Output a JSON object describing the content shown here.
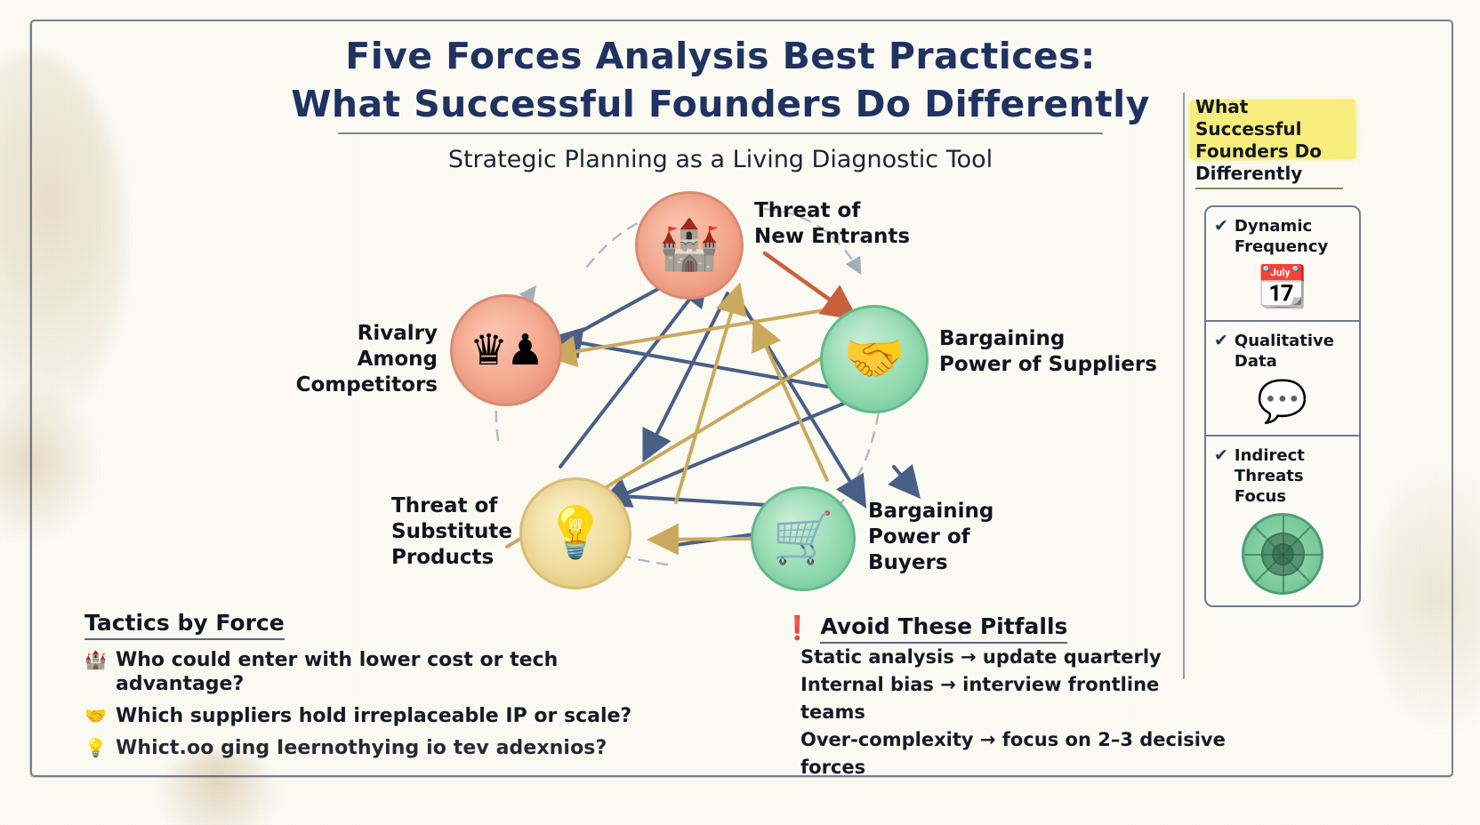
{
  "header": {
    "title_line1": "Five Forces Analysis Best Practices:",
    "title_line2": "What Successful Founders Do Differently",
    "subtitle": "Strategic Planning as a Living Diagnostic Tool"
  },
  "colors": {
    "paper": "#fbfaf3",
    "title_navy": "#1f3260",
    "ink_frame": "#4a5670",
    "highlight_yellow": "#f7ec6a",
    "node_salmon": "#f4a98e",
    "node_green": "#97ddb4",
    "node_yellow": "#f2dfa0",
    "arrow_navy": "#4a5f86",
    "arrow_gold": "#c9a95c",
    "arrow_orange": "#c9603c",
    "alert_red": "#c0392b"
  },
  "diagram": {
    "type": "five-forces-pentagon",
    "nodes": [
      {
        "id": "new-entrants",
        "label": "Threat of\nNew Entrants",
        "icon": "castle-icon",
        "glyph": "🏰",
        "color": "#f4a98e",
        "label_side": "right"
      },
      {
        "id": "suppliers",
        "label": "Bargaining\nPower of Suppliers",
        "icon": "handshake-icon",
        "glyph": "🤝",
        "color": "#97ddb4",
        "label_side": "right"
      },
      {
        "id": "buyers",
        "label": "Bargaining\nPower of\nBuyers",
        "icon": "shopping-cart-icon",
        "glyph": "🛒",
        "color": "#97ddb4",
        "label_side": "right"
      },
      {
        "id": "substitutes",
        "label": "Threat of\nSubstitute\nProducts",
        "icon": "lightbulb-icon",
        "glyph": "💡",
        "color": "#f2dfa0",
        "label_side": "left"
      },
      {
        "id": "rivalry",
        "label": "Rivalry Among\nCompetitors",
        "icon": "chess-icon",
        "glyph": "♟",
        "color": "#f4a98e",
        "label_side": "left"
      }
    ]
  },
  "tactics": {
    "heading": "Tactics by Force",
    "items": [
      {
        "icon": "castle-icon",
        "glyph": "🏰",
        "text": "Who could enter with lower cost or tech advantage?",
        "garbled": false
      },
      {
        "icon": "handshake-icon",
        "glyph": "🤝",
        "text": "Which suppliers hold irreplaceable IP or scale?",
        "garbled": false
      },
      {
        "icon": "lightbulb-icon",
        "glyph": "💡",
        "text": "Whict.ᴏᴏ ging Ieernothying io tev adexnios?",
        "garbled": true
      }
    ]
  },
  "pitfalls": {
    "alert_icon": "exclamation-icon",
    "alert_glyph": "❗",
    "heading": "Avoid These Pitfalls",
    "items": [
      "Static analysis → update quarterly",
      "Internal bias → interview frontline teams",
      "Over-complexity → focus on 2–3 decisive forces"
    ]
  },
  "sidebar": {
    "heading": "What Successful\nFounders Do\nDifferently",
    "cards": [
      {
        "check": "✔",
        "label": "Dynamic\nFrequency",
        "icon": "calendar-refresh-icon",
        "glyph": "📆"
      },
      {
        "check": "✔",
        "label": "Qualitative\nData",
        "icon": "speech-bubbles-icon",
        "glyph": "💬"
      },
      {
        "check": "✔",
        "label": "Indirect\nThreats Focus",
        "icon": "radar-icon",
        "glyph": ""
      }
    ]
  }
}
